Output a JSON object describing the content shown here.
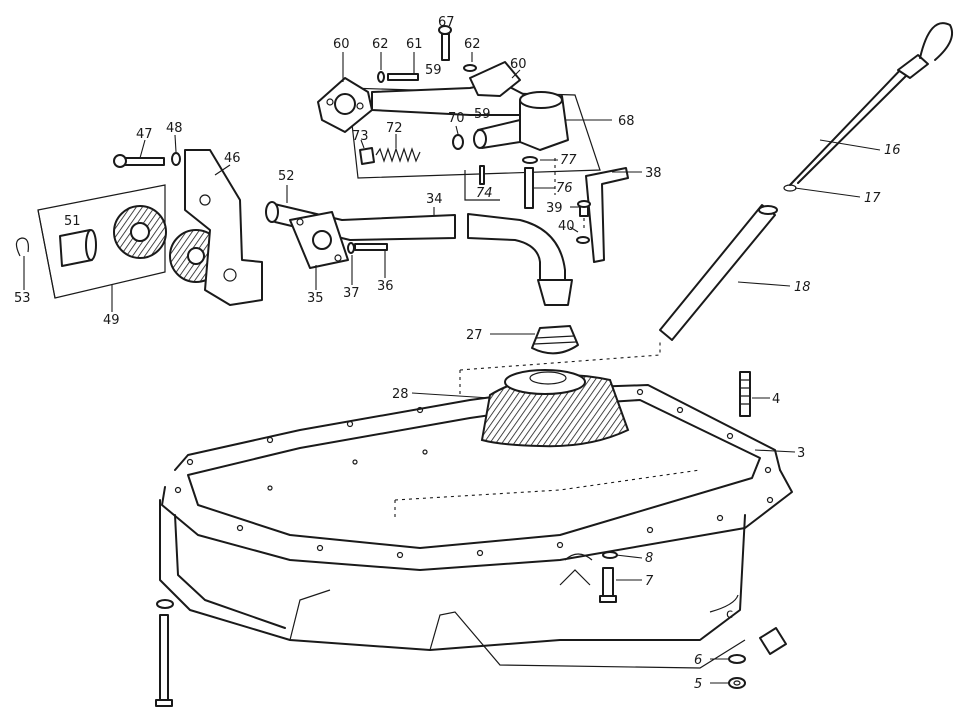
{
  "diagram": {
    "callouts": [
      {
        "id": "c60a",
        "text": "60"
      },
      {
        "id": "c62a",
        "text": "62"
      },
      {
        "id": "c61",
        "text": "61"
      },
      {
        "id": "c67",
        "text": "67"
      },
      {
        "id": "c62b",
        "text": "62"
      },
      {
        "id": "c59a",
        "text": "59"
      },
      {
        "id": "c60b",
        "text": "60"
      },
      {
        "id": "c68",
        "text": "68"
      },
      {
        "id": "c70",
        "text": "70"
      },
      {
        "id": "c59b",
        "text": "59"
      },
      {
        "id": "c73",
        "text": "73"
      },
      {
        "id": "c72",
        "text": "72"
      },
      {
        "id": "c77",
        "text": "77"
      },
      {
        "id": "c74",
        "text": "74"
      },
      {
        "id": "c76",
        "text": "76"
      },
      {
        "id": "c38",
        "text": "38"
      },
      {
        "id": "c39",
        "text": "39"
      },
      {
        "id": "c40",
        "text": "40"
      },
      {
        "id": "c16",
        "text": "16"
      },
      {
        "id": "c17",
        "text": "17"
      },
      {
        "id": "c18",
        "text": "18"
      },
      {
        "id": "c47",
        "text": "47"
      },
      {
        "id": "c48",
        "text": "48"
      },
      {
        "id": "c46",
        "text": "46"
      },
      {
        "id": "c51",
        "text": "51"
      },
      {
        "id": "c52",
        "text": "52"
      },
      {
        "id": "c34",
        "text": "34"
      },
      {
        "id": "c53",
        "text": "53"
      },
      {
        "id": "c49",
        "text": "49"
      },
      {
        "id": "c35",
        "text": "35"
      },
      {
        "id": "c37",
        "text": "37"
      },
      {
        "id": "c36",
        "text": "36"
      },
      {
        "id": "c27",
        "text": "27"
      },
      {
        "id": "c28",
        "text": "28"
      },
      {
        "id": "c4",
        "text": "4"
      },
      {
        "id": "c3",
        "text": "3"
      },
      {
        "id": "c8",
        "text": "8"
      },
      {
        "id": "c7",
        "text": "7"
      },
      {
        "id": "c6",
        "text": "6"
      },
      {
        "id": "c5",
        "text": "5"
      }
    ]
  }
}
